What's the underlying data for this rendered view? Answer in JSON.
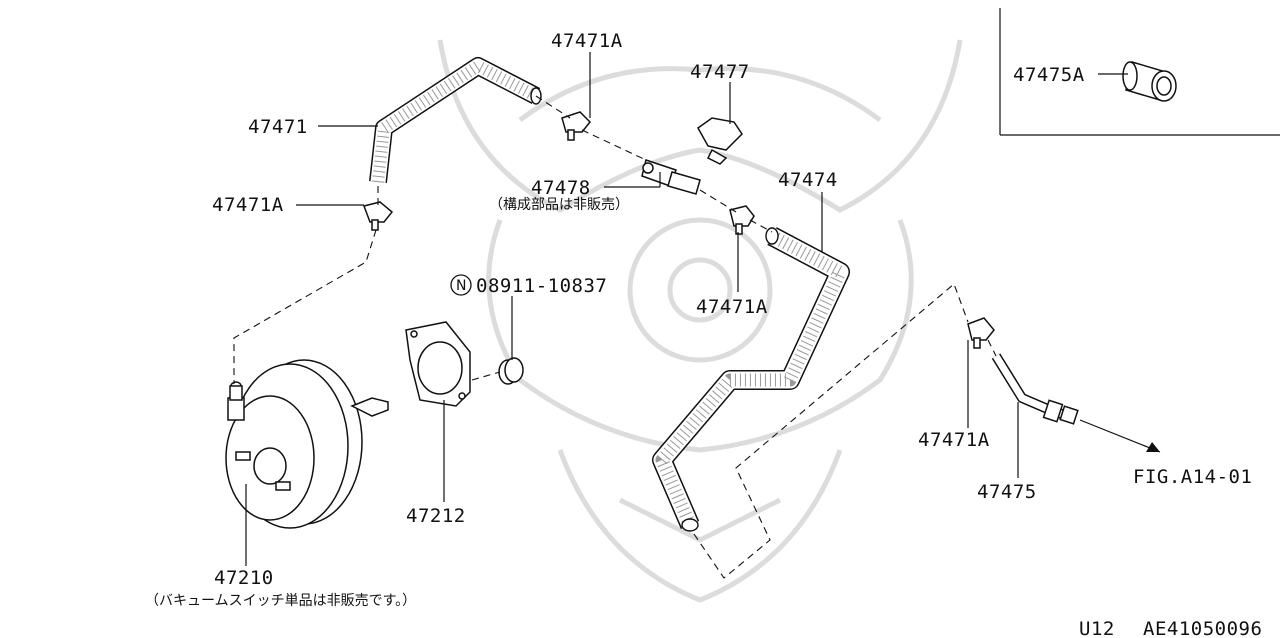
{
  "labels": {
    "p47471A_top": "47471A",
    "p47477": "47477",
    "p47475A": "47475A",
    "p47471": "47471",
    "p47471A_left": "47471A",
    "p47478": "47478",
    "p47478_note": "（構成部品は非販売）",
    "p47474": "47474",
    "n_marker": "N",
    "p08911": "08911-10837",
    "p47471A_mid": "47471A",
    "p47471A_right": "47471A",
    "p47212": "47212",
    "fig_ref": "FIG.A14-01",
    "p47475": "47475",
    "p47210": "47210",
    "p47210_note": "（バキュームスイッチ単品は非販売です。）",
    "page_code": "U12",
    "doc_code": "AE41050096"
  }
}
